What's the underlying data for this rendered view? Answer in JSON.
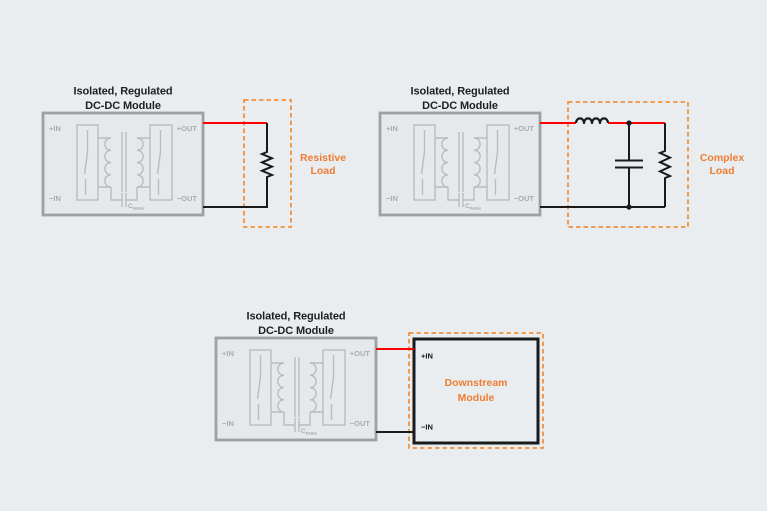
{
  "colors": {
    "background": "#E9EDF0",
    "module_fill": "#E6E9EC",
    "module_gray": "#9BA1A7",
    "internal_gray": "#B7BCC1",
    "pin_gray": "#A6ACB1",
    "title_black": "#1F1F1F",
    "wire_red": "#FF0000",
    "wire_black": "#1A1A1A",
    "accent_orange": "#ED7D31",
    "dash_orange": "#F2913D"
  },
  "module": {
    "title_line1": "Isolated, Regulated",
    "title_line2": "DC-DC Module",
    "pin_pos_in": "+IN",
    "pin_neg_in": "−IN",
    "pin_pos_out": "+OUT",
    "pin_neg_out": "−OUT",
    "cap_label": "C",
    "cap_label_sub": "PARA"
  },
  "loads": {
    "resistive": {
      "label_line1": "Resistive",
      "label_line2": "Load"
    },
    "complex": {
      "label_line1": "Complex",
      "label_line2": "Load"
    },
    "downstream": {
      "label_line1": "Downstream",
      "label_line2": "Module",
      "pin_pos_in": "+IN",
      "pin_neg_in": "−IN"
    }
  }
}
